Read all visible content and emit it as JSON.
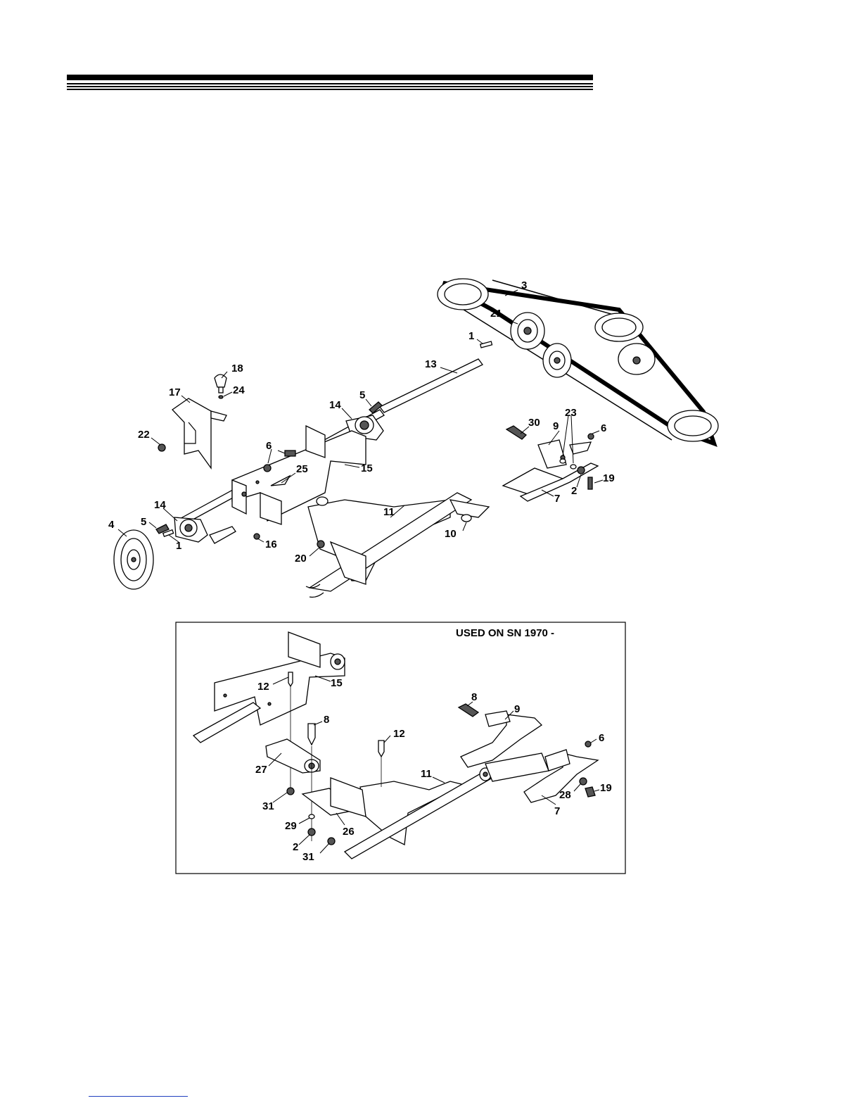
{
  "diagram": {
    "inset_note": "USED ON SN 1970 -",
    "main_labels": {
      "l3": "3",
      "l21": "21",
      "l1a": "1",
      "l13": "13",
      "l18": "18",
      "l24": "24",
      "l17": "17",
      "l5a": "5",
      "l14a": "14",
      "l22": "22",
      "l6a": "6",
      "l25": "25",
      "l15": "15",
      "l30": "30",
      "l9": "9",
      "l23": "23",
      "l6b": "6",
      "l19": "19",
      "l2": "2",
      "l7": "7",
      "l11": "11",
      "l10": "10",
      "l14b": "14",
      "l4": "4",
      "l5b": "5",
      "l1b": "1",
      "l16": "16",
      "l20": "20"
    },
    "inset_labels": {
      "i12a": "12",
      "i15": "15",
      "i8a": "8",
      "i27": "27",
      "i31a": "31",
      "i29": "29",
      "i2": "2",
      "i31b": "31",
      "i26": "26",
      "i12b": "12",
      "i11": "11",
      "i8b": "8",
      "i9": "9",
      "i6": "6",
      "i28": "28",
      "i19": "19",
      "i7": "7"
    }
  }
}
